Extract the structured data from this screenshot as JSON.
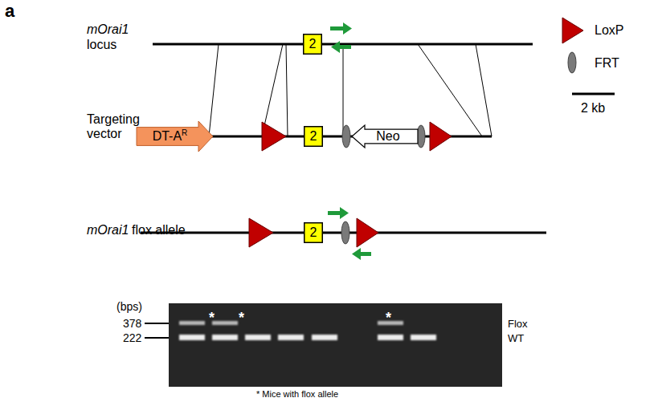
{
  "diagram": {
    "nodes": [
      {
        "text": [
          "2"
        ]
      },
      {
        "text": [
          "DT-A",
          "R"
        ]
      },
      {
        "text": [
          "2"
        ]
      },
      {
        "text": [
          "Neo"
        ]
      },
      {
        "text": [
          "2"
        ]
      }
    ],
    "labels": [
      "a",
      "mOrai1",
      "locus",
      "Targeting vector",
      "mOrai1",
      "flox allele",
      "LoxP",
      "FRT",
      "2 kb",
      "(bps)",
      "378",
      "222",
      "*",
      "*",
      "*",
      "Flox",
      "WT",
      "* Mice with flox allele"
    ]
  }
}
